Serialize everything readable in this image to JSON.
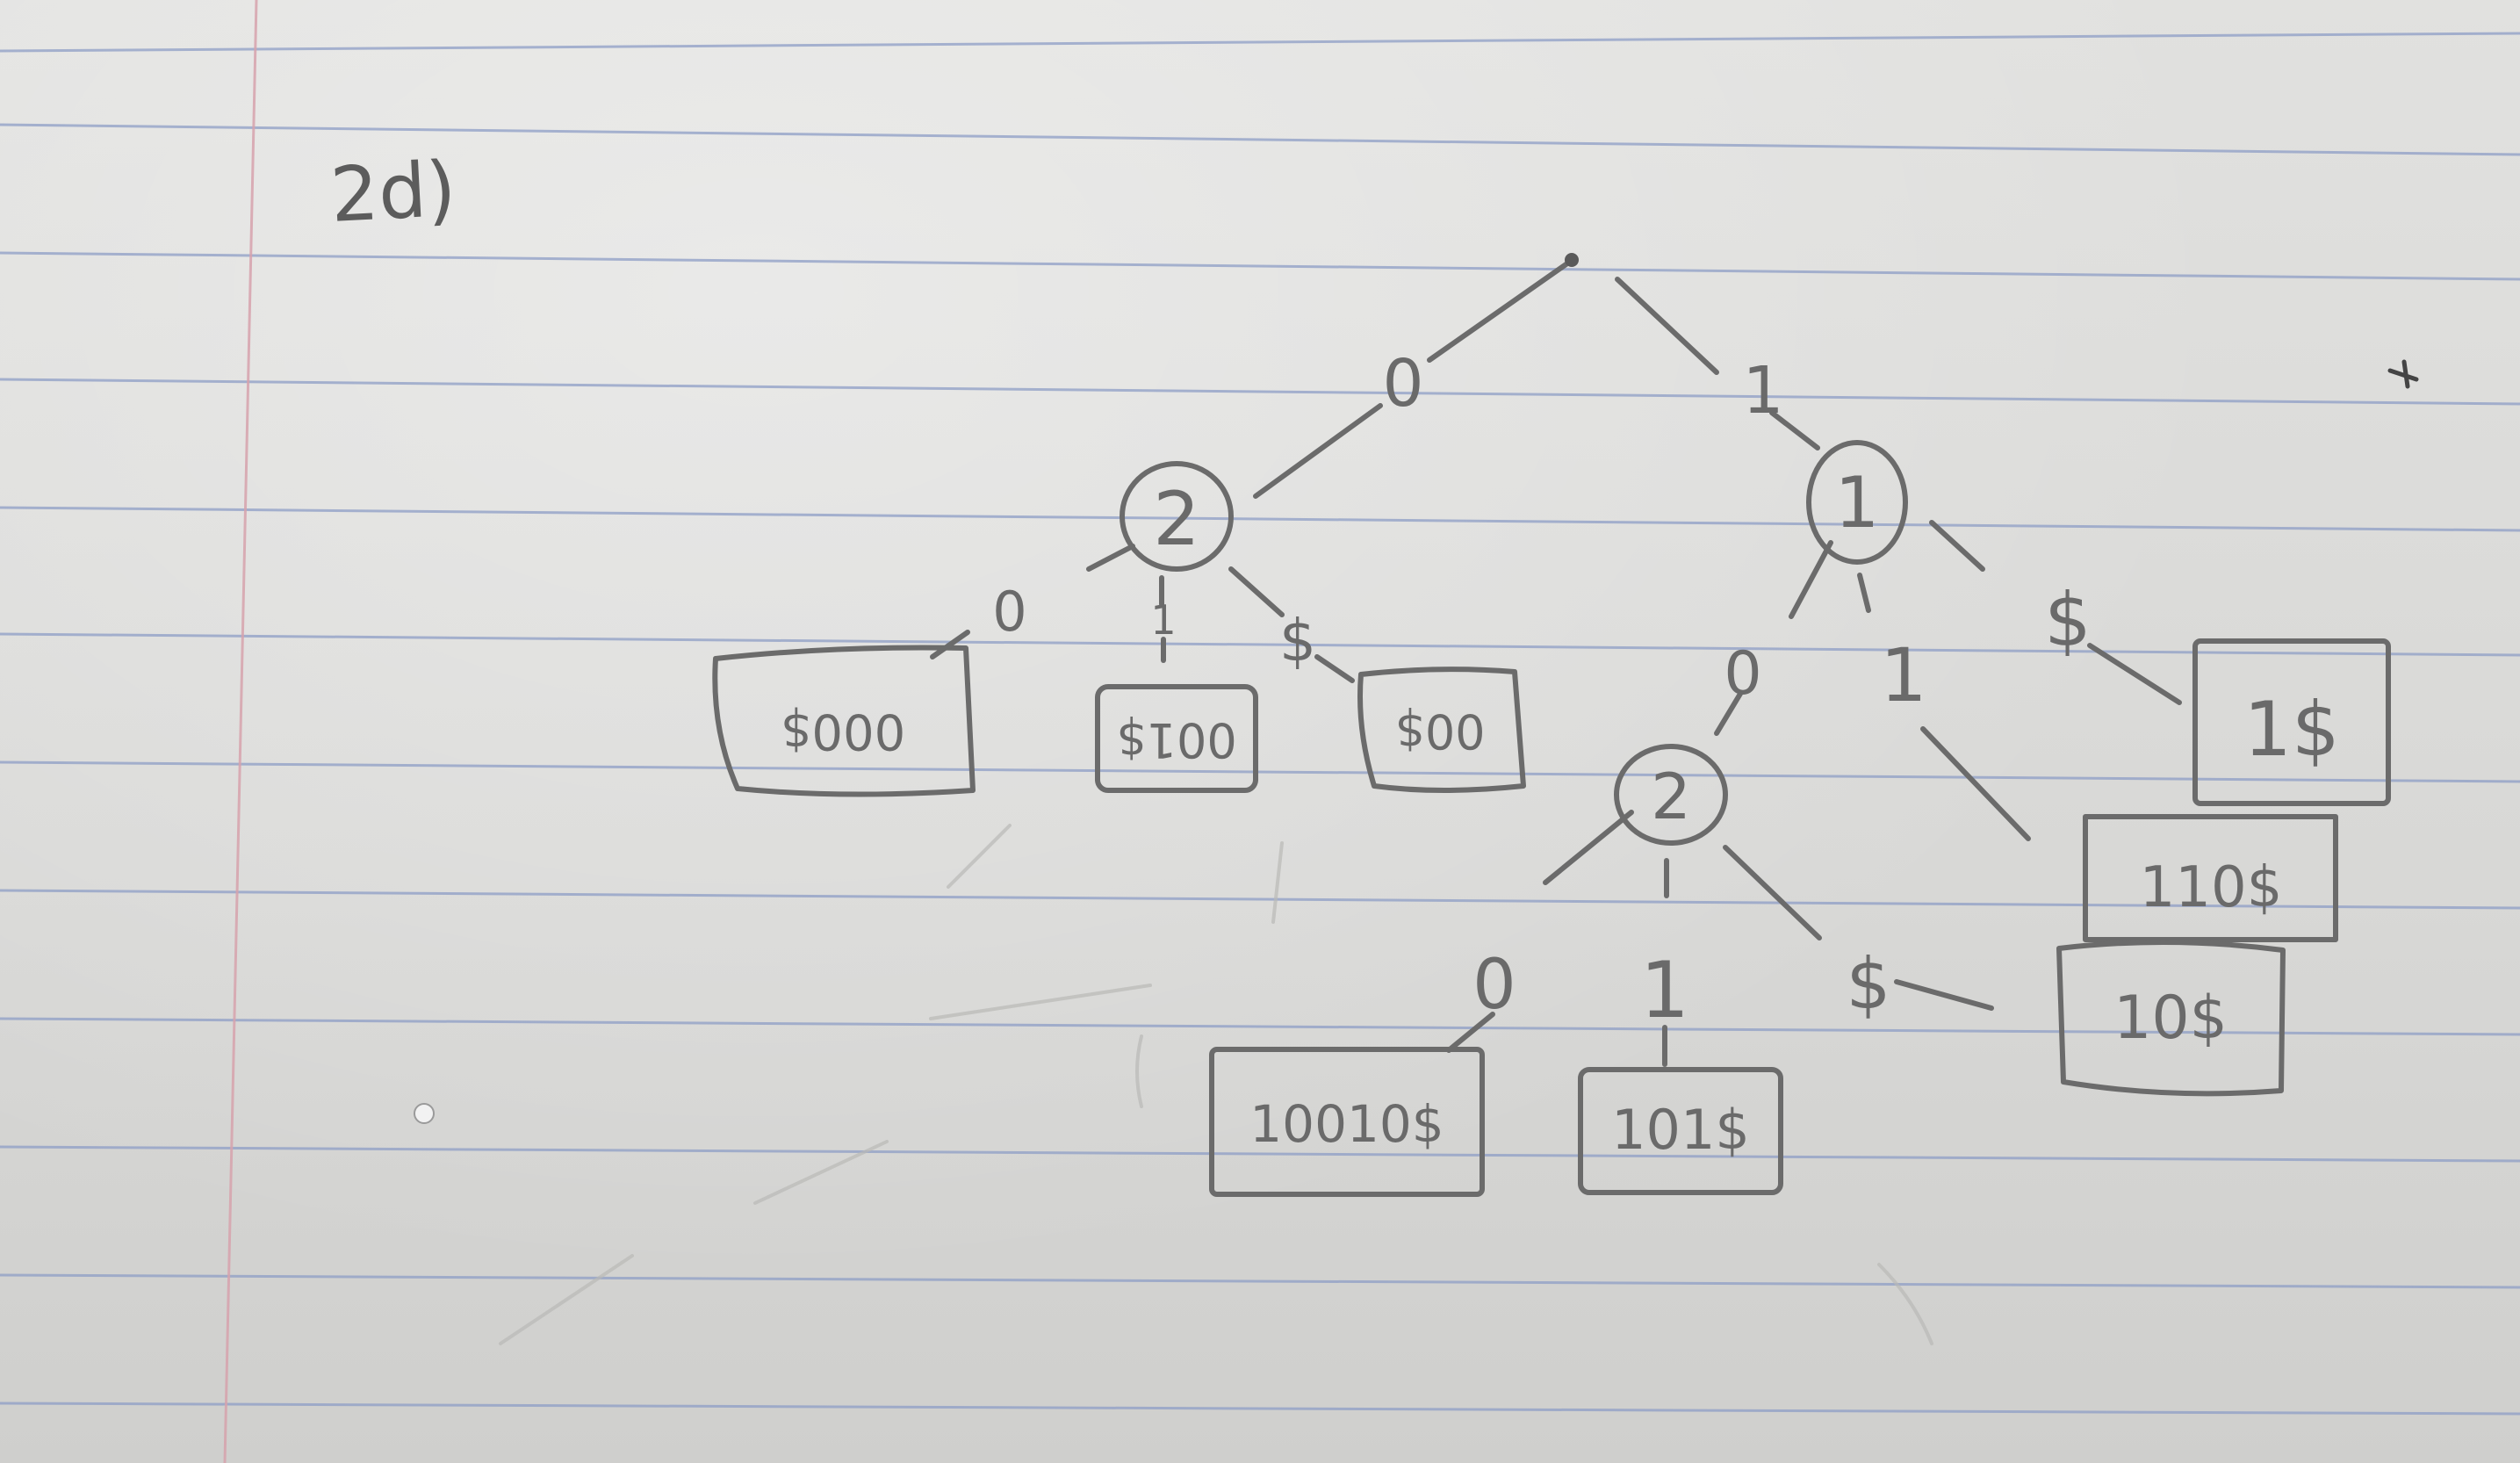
{
  "problem_label": "2d)",
  "tree": {
    "root": "•",
    "nodes": {
      "left_internal": "2",
      "right_internal": "1",
      "lower_internal": "2"
    },
    "edge_labels": {
      "root_left": "0",
      "root_right": "1",
      "left_0": "0",
      "left_1": "1",
      "left_dollar": "$",
      "right_0": "0",
      "right_1": "1",
      "right_dollar": "$",
      "lower_0": "0",
      "lower_1": "1",
      "lower_dollar": "$"
    },
    "leaves": {
      "l000": "000$",
      "l001": "001$",
      "l00": "00$",
      "l1": "1$",
      "l110": "110$",
      "l10": "10$",
      "l10010": "10010$",
      "l101": "101$"
    }
  }
}
